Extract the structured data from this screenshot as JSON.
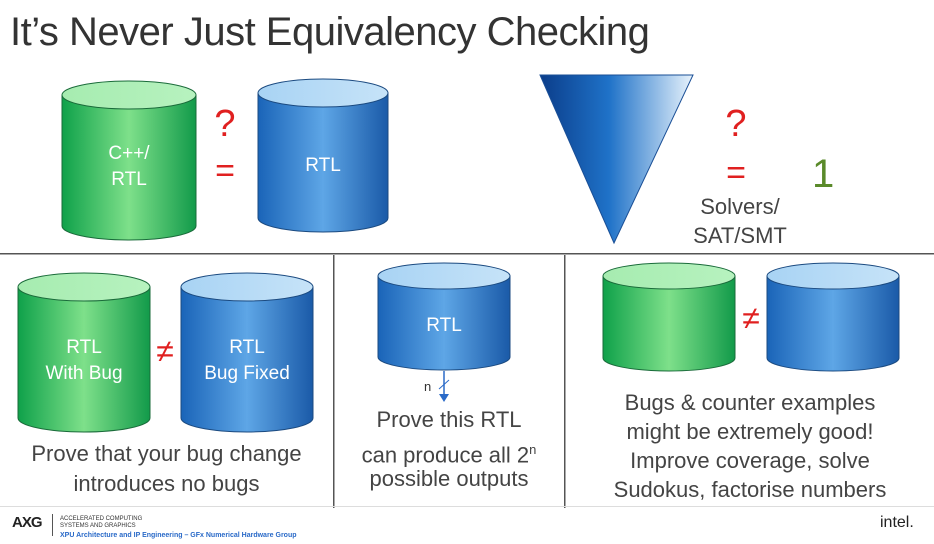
{
  "slide": {
    "title": "It’s Never Just Equivalency Checking"
  },
  "top": {
    "left_cyl_label": "C++/\nRTL",
    "right_cyl_label": "RTL",
    "q_mark": "?",
    "eq_mark": "=",
    "solver_q": "?",
    "solver_eq": "=",
    "solver_result": "1",
    "solver_label_1": "Solvers/",
    "solver_label_2": "SAT/SMT"
  },
  "panel1": {
    "left_cyl_label_1": "RTL",
    "left_cyl_label_2": "With Bug",
    "neq_mark": "≠",
    "right_cyl_label_1": "RTL",
    "right_cyl_label_2": "Bug Fixed",
    "caption_1": "Prove that your bug change",
    "caption_2": "introduces no bugs"
  },
  "panel2": {
    "cyl_label": "RTL",
    "n_label": "n",
    "caption_1": "Prove this RTL",
    "caption_2a": "can produce all 2",
    "caption_2sup": "n",
    "caption_3": "possible outputs"
  },
  "panel3": {
    "neq_mark": "≠",
    "caption_1": "Bugs & counter examples",
    "caption_2": "might be extremely good!",
    "caption_3": "Improve coverage, solve",
    "caption_4": "Sudokus, factorise numbers"
  },
  "footer": {
    "logo_text": "AXG",
    "brand_line_1": "ACCELERATED COMPUTING",
    "brand_line_2": "SYSTEMS AND GRAPHICS",
    "sub_text": "XPU Architecture and IP Engineering – GFx Numerical Hardware Group",
    "intel_logo": "intel."
  }
}
